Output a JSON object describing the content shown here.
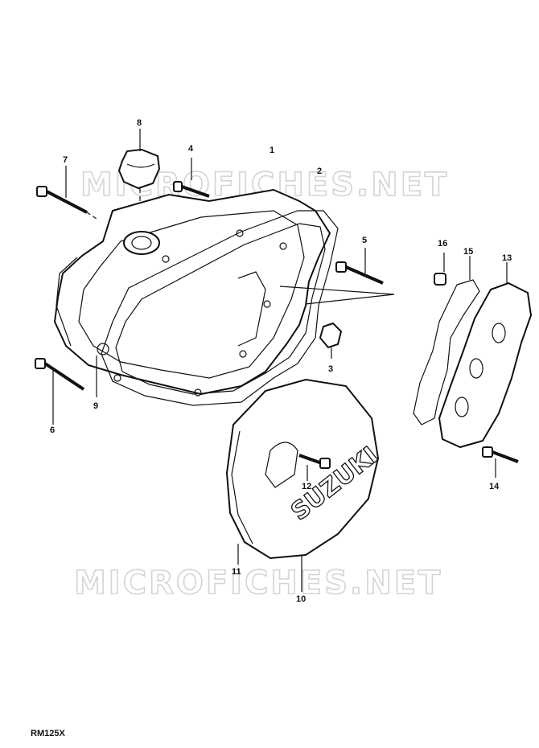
{
  "watermarks": [
    "MICROFICHES.NET",
    "MICROFICHES.NET"
  ],
  "model_code": "RM125X",
  "logo_text": "SUZUKI",
  "callouts": [
    "1",
    "2",
    "3",
    "4",
    "5",
    "6",
    "7",
    "8",
    "9",
    "10",
    "11",
    "12",
    "13",
    "14",
    "15",
    "16"
  ]
}
